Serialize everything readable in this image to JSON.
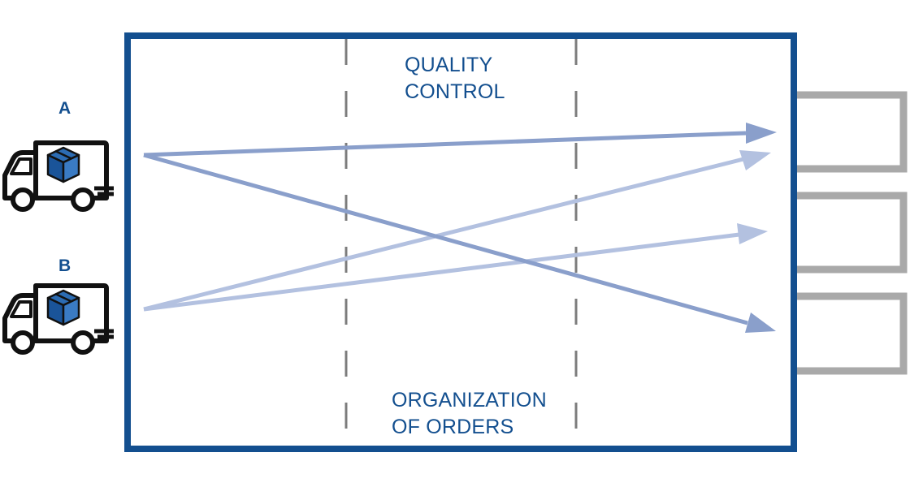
{
  "trucks": [
    {
      "label": "A",
      "icon": "delivery-truck-icon",
      "box_icon": "package-box-icon"
    },
    {
      "label": "B",
      "icon": "delivery-truck-icon",
      "box_icon": "package-box-icon"
    }
  ],
  "zones": {
    "quality_control": {
      "line1": "QUALITY",
      "line2": "CONTROL"
    },
    "organization_of_orders": {
      "line1": "ORGANIZATION",
      "line2": "OF ORDERS"
    }
  },
  "colors": {
    "frame": "#134f8f",
    "text": "#134f8f",
    "truck": "#111111",
    "box": "#1d5fa8",
    "arrow_dark": "#8a9fcb",
    "arrow_light": "#b3c1e0",
    "dock": "#a9a9a9",
    "divider": "#7c7c7c"
  }
}
